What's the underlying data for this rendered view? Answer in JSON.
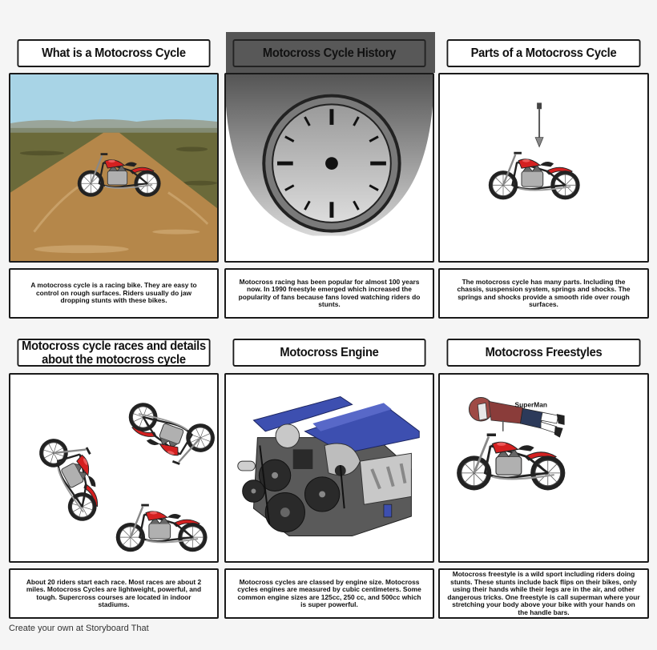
{
  "storyboard": {
    "panels": [
      {
        "title": "What is a Motocross Cycle",
        "description": "A motocross cycle is a racing bike. They are easy to control on rough surfaces. Riders usually do jaw dropping stunts with these bikes.",
        "image": "motorcycle-on-dirt-road"
      },
      {
        "title": "Motocross Cycle History",
        "description": "Motocross racing has been popular for almost 100 years now. In 1990 freestyle emerged which increased the popularity of fans because fans loved watching riders do stunts.",
        "image": "clock-spotlight"
      },
      {
        "title": "Parts of a Motocross Cycle",
        "description": "The motocross cycle has many parts. Including the chassis, suspension system, springs and shocks. The springs and shocks provide a smooth ride over rough surfaces.",
        "image": "motorcycle-with-arrow"
      },
      {
        "title_line1": "Motocross cycle races and details",
        "title_line2": "about the motocross cycle",
        "description": "About 20 riders start each race. Most races are about 2 miles. Motocross Cycles are lightweight, powerful, and tough. Supercross courses are located in indoor stadiums.",
        "image": "three-tumbling-motorcycles"
      },
      {
        "title": "Motocross Engine",
        "description": "Motocross cycles are classed by engine size. Motocross cycles engines are measured by cubic centimeters. Some common engine sizes are 125cc, 250 cc, and 500cc which is super powerful.",
        "image": "v8-engine"
      },
      {
        "title": "Motocross Freestyles",
        "description": "Motocross freestyle is a wild sport including riders doing stunts. These stunts include back flips on their bikes, only using their hands while their legs are in the air, and other dangerous tricks.  One freestyle is call superman where your stretching your body above your bike with your hands on the handle bars.",
        "image": "superman-stunt",
        "image_label": "SuperMan"
      }
    ]
  },
  "footer": {
    "text": "Create your own at Storyboard That"
  },
  "colors": {
    "bike_red": "#d42020",
    "sky": "#a8d4e6",
    "dirt": "#b5874a",
    "grass": "#6b6a3a",
    "engine_blue": "#3d4fb0",
    "border": "#1a1a1a",
    "background": "#f5f5f5"
  }
}
